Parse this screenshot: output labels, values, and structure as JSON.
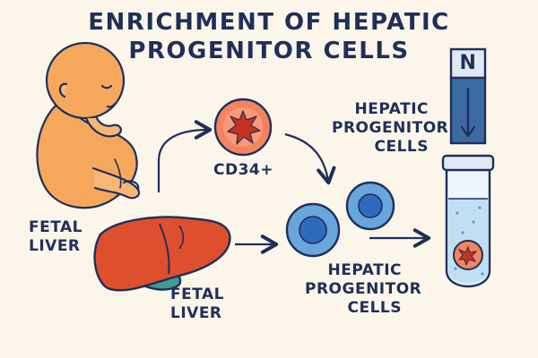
{
  "title": {
    "line1": "ENRICHMENT OF HEPATIC",
    "line2": "PROGENITOR CELLS"
  },
  "labels": {
    "fetal_liver_left": [
      "FETAL",
      "LIVER"
    ],
    "fetal_liver_bottom": [
      "FETAL",
      "LIVER"
    ],
    "cd34": "CD34+",
    "hpc_top": [
      "HEPATIC",
      "PROGENITOR",
      "CELLS"
    ],
    "hpc_bottom": [
      "HEPATIC",
      "PROGENITOR",
      "CELLS"
    ],
    "magnet": "N"
  },
  "colors": {
    "background": "#fbf6e9",
    "text": "#1f2f5a",
    "fetus": "#f5a85c",
    "liver": "#de4f2e",
    "cd34_cell": "#f4845f",
    "progenitor_cell": "#5b97d6",
    "magnet": "#3c6aa3",
    "tube_liquid": "#bfe0f2"
  },
  "icons": [
    "fetus-icon",
    "liver-icon",
    "cd34-cell-icon",
    "progenitor-cell-icon",
    "magnet-icon",
    "test-tube-icon"
  ]
}
